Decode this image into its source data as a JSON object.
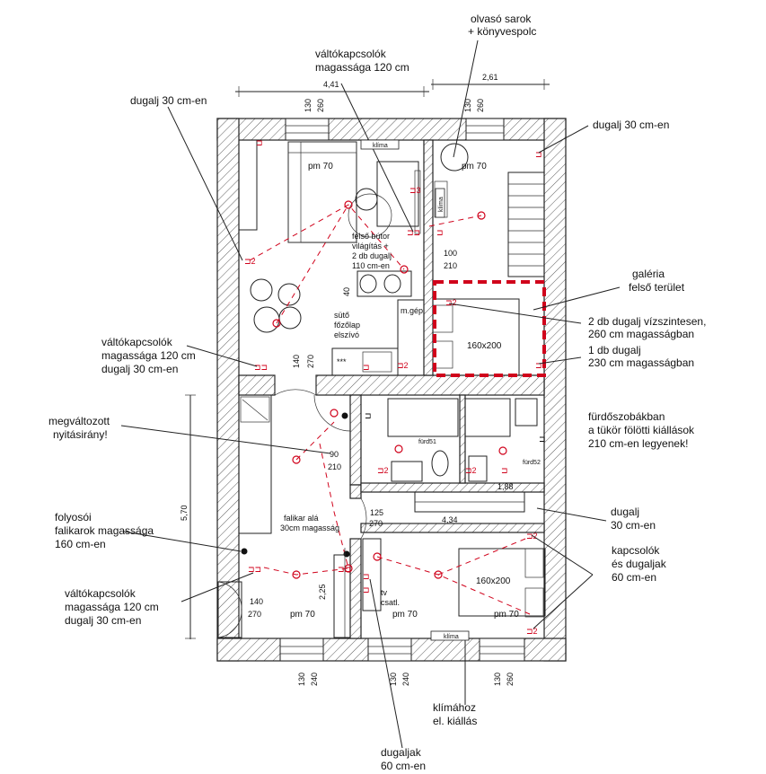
{
  "annotations": {
    "olvaso": [
      "olvasó sarok",
      "+ könyvespolc"
    ],
    "valto_top": [
      "váltókapcsolók",
      "magassága 120 cm"
    ],
    "dugalj_left_top": "dugalj 30 cm-en",
    "dugalj_right_top": "dugalj 30 cm-en",
    "felso_butor": [
      "felső bútor",
      "világítás +",
      "2 db dugalj",
      "110 cm-en"
    ],
    "galeria": [
      "galéria",
      "felső terület"
    ],
    "dugalj_2db": [
      "2 db dugalj vízszintesen,",
      "260 cm magasságban"
    ],
    "dugalj_1db": [
      "1 db dugalj",
      "230 cm magasságban"
    ],
    "valto_left_mid": [
      "váltókapcsolók",
      "magassága 120 cm",
      "dugalj 30 cm-en"
    ],
    "megvaltozott": [
      "megváltozott",
      "nyitásirány!"
    ],
    "furdo": [
      "fürdőszobákban",
      "a tükör fölötti kiállások",
      "210 cm-en legyenek!"
    ],
    "folyosoi": [
      "folyosói",
      "falikarok magassága",
      "160 cm-en"
    ],
    "dugalj_30": [
      "dugalj",
      "30 cm-en"
    ],
    "kapcsolok": [
      "kapcsolók",
      "és dugaljak",
      "60 cm-en"
    ],
    "valto_left_bottom": [
      "váltókapcsolók",
      "magassága 120 cm",
      "dugalj 30 cm-en"
    ],
    "klimahoz": [
      "klímához",
      "el. kiállás"
    ],
    "dugaljak_bottom": [
      "dugaljak",
      "60 cm-en"
    ]
  },
  "dimensions": {
    "top_left": "4,41",
    "top_right": "2,61",
    "left_vertical": "5,70",
    "bath_width": "4,34",
    "corridor_v": "2,25"
  },
  "height_labels": {
    "t1a": "130",
    "t1b": "260",
    "t2a": "130",
    "t2b": "260",
    "b1a": "130",
    "b1b": "240",
    "b2a": "130",
    "b2b": "240",
    "b3a": "130",
    "b3b": "260",
    "h140a": "140",
    "h270a": "270",
    "h90": "90",
    "h210": "210",
    "h100": "100",
    "h210b": "210",
    "h40": "40",
    "h125": "125",
    "h270b": "270",
    "h140b": "140",
    "h270c": "270",
    "h1_88": "1,88"
  },
  "room_labels": {
    "pm70_living": "pm 70",
    "pm70_reading": "pm 70",
    "pm70_b1": "pm 70",
    "pm70_b2": "pm 70",
    "pm70_b3": "pm 70",
    "klima_top": "klíma",
    "klima_side": "klíma",
    "klima_bottom": "klíma",
    "bed_top": "160x200",
    "bed_bottom": "160x200",
    "furdo1": "fürd51",
    "furdo2": "fürd52",
    "mgep": "m.gép",
    "suto": [
      "sütő",
      "főzőlap",
      "elszívó"
    ],
    "stars": "***",
    "falikar": [
      "falikar alá",
      "30cm magasság"
    ],
    "tv": [
      "tv",
      "csatl."
    ]
  },
  "colors": {
    "electric": "#d0021b",
    "lines": "#222222"
  }
}
